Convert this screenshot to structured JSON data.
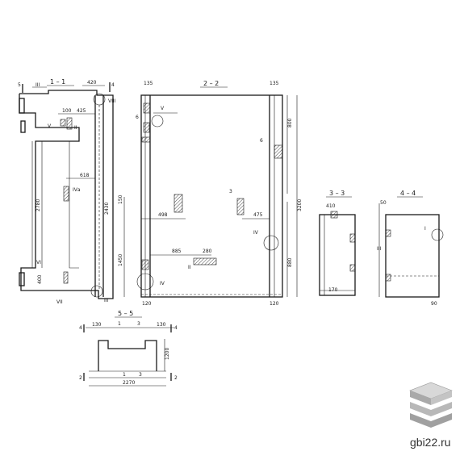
{
  "sections": {
    "s11": "1 – 1",
    "s22": "2 – 2",
    "s33": "3 – 3",
    "s44": "4 – 4",
    "s55": "5 – 5"
  },
  "markers": {
    "m5": "5",
    "m4": "4",
    "mIII": "III",
    "mV": "V",
    "mVIII": "VIII",
    "mV_a": "V",
    "mIV_a": "IV",
    "m3": "3",
    "mIVa": "IVа",
    "mII": "II",
    "mVI": "VI",
    "mIV_b": "IV",
    "mII_b": "II",
    "mI": "I",
    "mVII": "VII",
    "m6": "6",
    "m1": "1",
    "m2": "2"
  },
  "dims": {
    "d420": "420",
    "d135a": "135",
    "d135b": "135",
    "d100a": "100",
    "d425": "425",
    "d400": "400",
    "d150": "150",
    "d618": "618",
    "d2780": "2780",
    "d2430": "2430",
    "d1450": "1450",
    "d498": "498",
    "d475": "475",
    "d885": "885",
    "d280": "280",
    "d3200": "3200",
    "d800": "800",
    "d880": "880",
    "d120a": "120",
    "d120b": "120",
    "d410": "410",
    "d170": "170",
    "d90": "90",
    "d50": "50",
    "d2270": "2270",
    "d130a": "130",
    "d130b": "130",
    "d1200": "1200"
  },
  "brand": {
    "site": "gbi22.ru"
  },
  "colors": {
    "ink": "#1a1a1a",
    "logo_top": "#d8d8d8",
    "logo_side": "#a9a9a9"
  }
}
